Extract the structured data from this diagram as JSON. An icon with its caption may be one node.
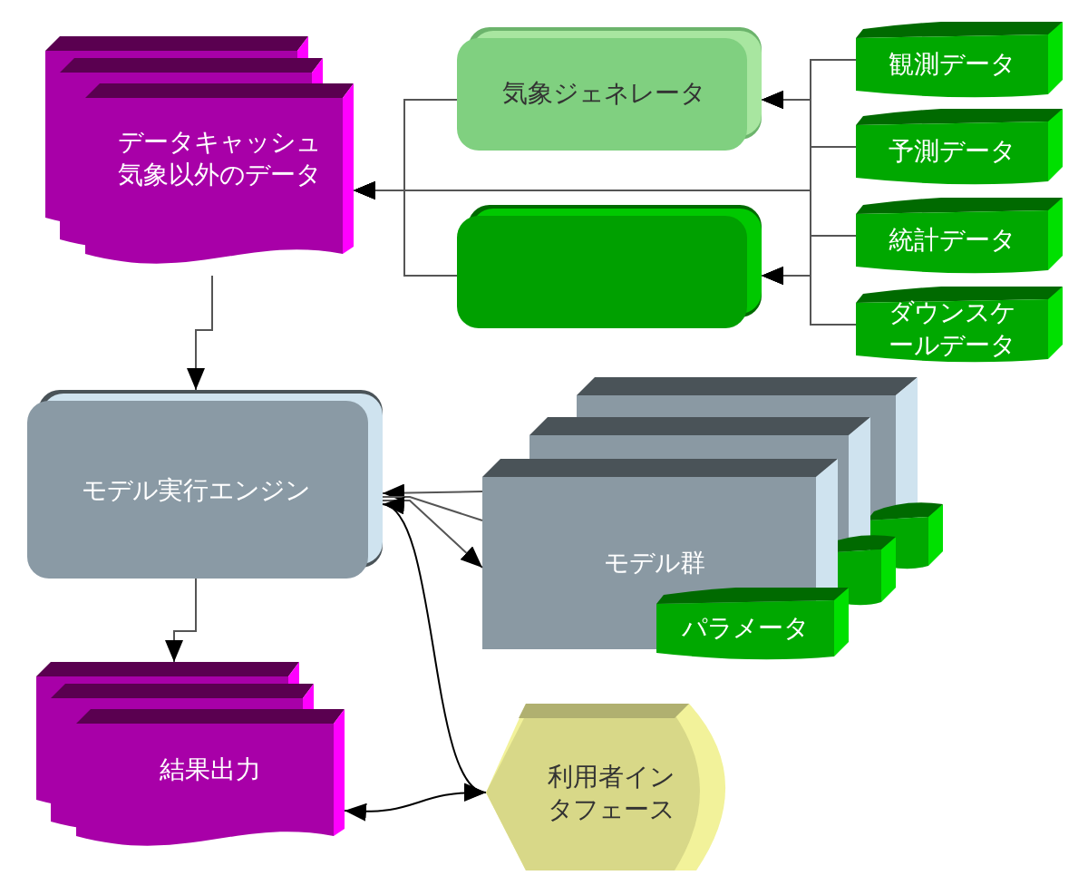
{
  "diagram": {
    "nodes": [
      {
        "text": [
          "データキャッシュ",
          "気象以外のデータ"
        ]
      },
      {
        "text": [
          "気象ジェネレータ"
        ]
      },
      {
        "text": [],
        "shape": "box"
      },
      {
        "text": [
          "観測データ"
        ]
      },
      {
        "text": [
          "予測データ"
        ]
      },
      {
        "text": [
          "統計データ"
        ]
      },
      {
        "text": [
          "ダウンスケールデータ"
        ]
      },
      {
        "text": [
          "モデル実行エンジン"
        ]
      },
      {
        "text": [
          "モデル群"
        ]
      },
      {
        "text": [
          "パラメータ"
        ]
      },
      {
        "text": [
          "結果出力"
        ]
      },
      {
        "text": [
          "利用者インタフェース"
        ]
      }
    ],
    "edges": [
      {
        "from": 3,
        "to": 1,
        "arrow": "to"
      },
      {
        "from": 4,
        "to": 1,
        "arrow": "to"
      },
      {
        "from": 5,
        "to": 1,
        "arrow": "to"
      },
      {
        "from": 6,
        "to": 1,
        "arrow": "to"
      },
      {
        "from": 3,
        "to": 2,
        "arrow": "to"
      },
      {
        "from": 4,
        "to": 2,
        "arrow": "to"
      },
      {
        "from": 5,
        "to": 2,
        "arrow": "to"
      },
      {
        "from": 6,
        "to": 2,
        "arrow": "to"
      },
      {
        "from": 3,
        "to": 0,
        "arrow": "to"
      },
      {
        "from": 4,
        "to": 0,
        "arrow": "to"
      },
      {
        "from": 5,
        "to": 0,
        "arrow": "to"
      },
      {
        "from": 6,
        "to": 0,
        "arrow": "to"
      },
      {
        "from": 1,
        "to": 0,
        "arrow": "to"
      },
      {
        "from": 2,
        "to": 0,
        "arrow": "to"
      },
      {
        "from": 0,
        "to": 7,
        "arrow": "to"
      },
      {
        "from": 7,
        "to": 10,
        "arrow": "to"
      },
      {
        "from": 8,
        "to": 7,
        "arrow": "to"
      },
      {
        "from": 7,
        "to": 8,
        "arrow": "none"
      },
      {
        "from": 7,
        "to": 8,
        "arrow": "to"
      },
      {
        "from": 7,
        "to": 11,
        "arrow": "both"
      },
      {
        "from": 10,
        "to": 11,
        "arrow": "both"
      }
    ]
  }
}
